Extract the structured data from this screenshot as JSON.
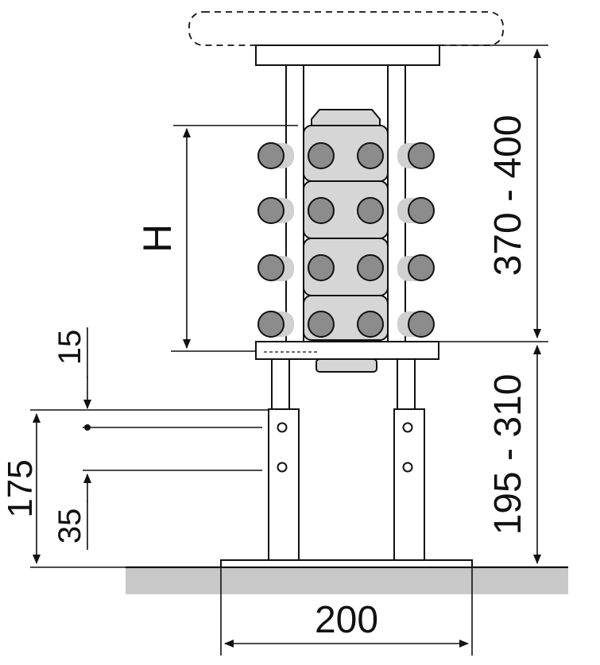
{
  "dimensions": {
    "height_label": "H",
    "upper_range": "370 - 400",
    "lower_range": "195 - 310",
    "width": "200",
    "offset_top": "15",
    "stand_height": "175",
    "hole_spacing": "35"
  },
  "colors": {
    "line": "#111111",
    "manifold": "#d6d6d6",
    "pipe": "#8c8c8c",
    "floor": "#c8c8c8"
  }
}
